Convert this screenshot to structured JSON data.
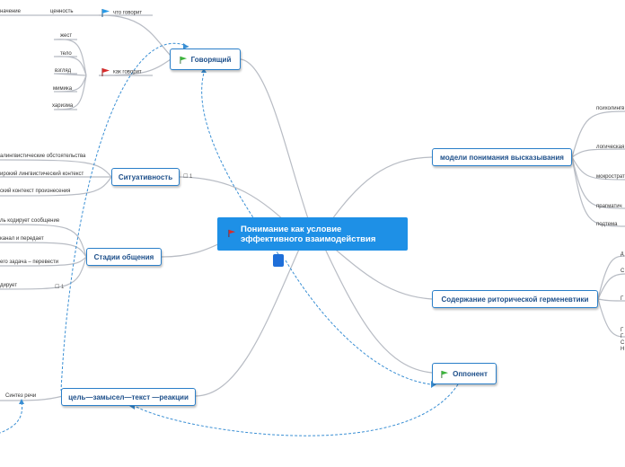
{
  "central": {
    "line1": "Понимание как условие",
    "line2": "эффективного взаимодействия"
  },
  "nodes": {
    "speaker": "Говорящий",
    "situativity": "Ситуативность",
    "stages": "Стадии общения",
    "goal": "цель—замысел—текст —реакции",
    "models": "модели понимания высказывания",
    "rhetoric": "Содержание риторической герменевтики",
    "opponent": "Оппонент"
  },
  "leaves": {
    "znachenie": "начение",
    "cennost": "ценность",
    "chto_govorit": "что говорит",
    "kak_govorit": "как говорит",
    "zhest": "жест",
    "telo": "тело",
    "vzglyad": "взгляд",
    "mimika": "мимика",
    "harizma": "харизма",
    "sit1": "алингвистические обстоятельства",
    "sit2": "ирокий лингвистический контекст",
    "sit3": "ский контекст произнесения",
    "st1": "ль кодирует сообщение",
    "st2": "канал и передает",
    "st3": "его задача – перевести",
    "st4": "дирует",
    "sintez": "Синтез речи",
    "m1": "психолингв",
    "m2": "логическая",
    "m3": "мокрострат",
    "m4": "прагматич",
    "m5": "подтема",
    "r1": "д",
    "r2": "С",
    "r3": "Г",
    "r4": "Г",
    "r5": "Г",
    "r6": "С",
    "r7": "Н"
  },
  "markers": {
    "sq1": "1",
    "sq2": "1"
  },
  "colors": {
    "accent": "#1e90e6",
    "border": "#2a7fc9",
    "line": "#b8bcc4",
    "dashed": "#3a8fd4",
    "flag_green": "#3cb43c",
    "flag_red": "#d62b2b",
    "flag_blue": "#2a9ae6"
  },
  "icons": {
    "speaker": "green-flag-icon",
    "opponent": "green-flag-icon",
    "central": "red-flag-icon",
    "chto": "blue-flag-icon",
    "kak": "red-flag-icon"
  }
}
